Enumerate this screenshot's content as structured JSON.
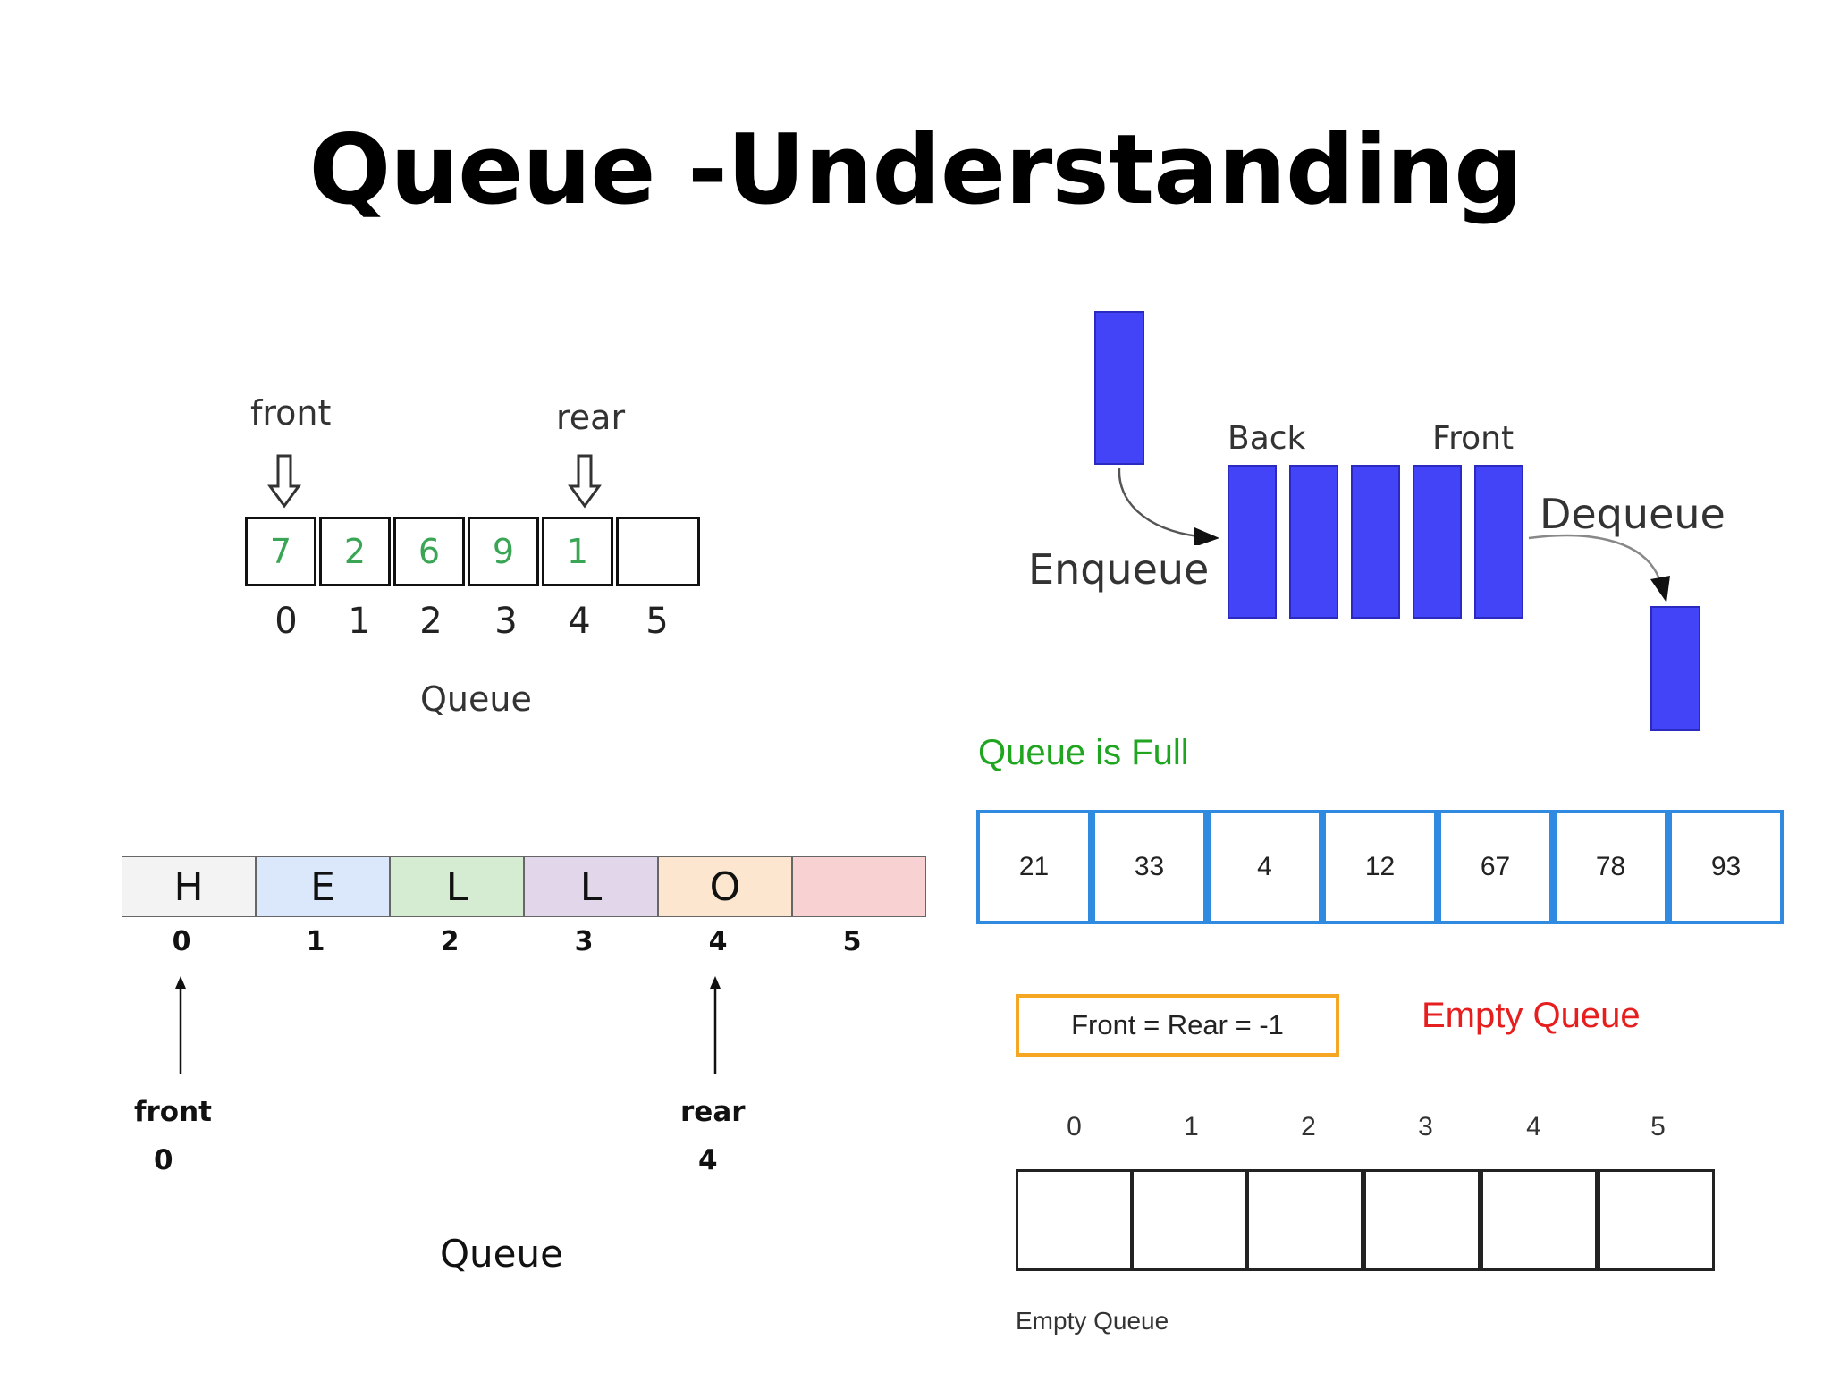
{
  "title": "Queue -Understanding",
  "diagram1": {
    "front_label": "front",
    "rear_label": "rear",
    "cells": [
      "7",
      "2",
      "6",
      "9",
      "1",
      ""
    ],
    "indices": [
      "0",
      "1",
      "2",
      "3",
      "4",
      "5"
    ],
    "caption": "Queue",
    "value_color": "#3aa655"
  },
  "diagram2": {
    "cells": [
      {
        "value": "H",
        "color": "#f3f3f3"
      },
      {
        "value": "E",
        "color": "#dbe7fb"
      },
      {
        "value": "L",
        "color": "#d6ecd2"
      },
      {
        "value": "L",
        "color": "#e2d6ea"
      },
      {
        "value": "O",
        "color": "#fde6cf"
      },
      {
        "value": "",
        "color": "#f8d1d3"
      }
    ],
    "indices": [
      "0",
      "1",
      "2",
      "3",
      "4",
      "5"
    ],
    "front_label": "front",
    "front_index": "0",
    "rear_label": "rear",
    "rear_index": "4",
    "caption": "Queue"
  },
  "diagram3": {
    "back_label": "Back",
    "front_label": "Front",
    "enqueue_label": "Enqueue",
    "dequeue_label": "Dequeue",
    "block_color": "#4343f7"
  },
  "full_queue": {
    "label": "Queue is Full",
    "label_color": "#1fa51f",
    "border_color": "#2f8ae0",
    "values": [
      "21",
      "33",
      "4",
      "12",
      "67",
      "78",
      "93"
    ]
  },
  "empty_queue": {
    "pointer_text": "Front = Rear = -1",
    "label": "Empty Queue",
    "label_color": "#e61e1e",
    "box_border_color": "#f5a623",
    "indices": [
      "0",
      "1",
      "2",
      "3",
      "4",
      "5"
    ],
    "caption": "Empty Queue"
  }
}
